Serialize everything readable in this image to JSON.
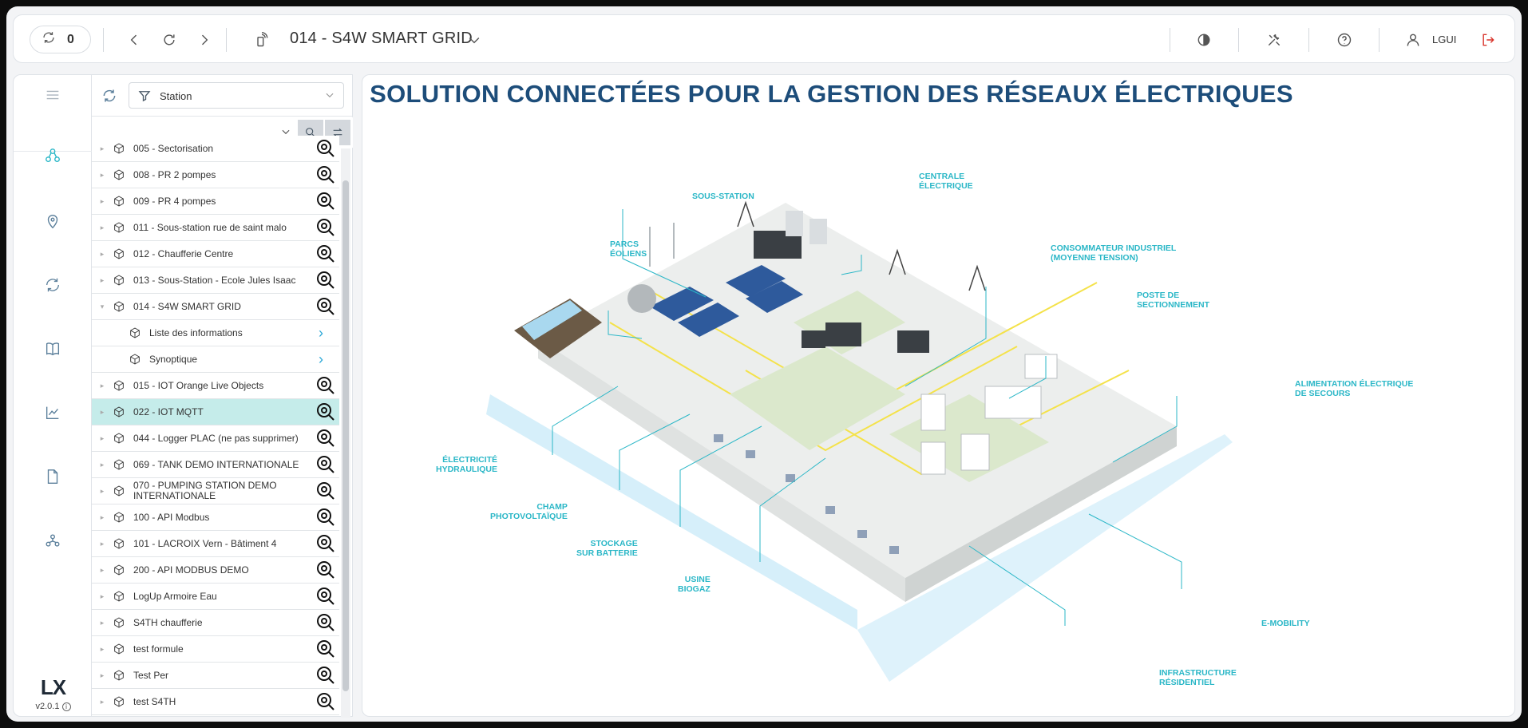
{
  "header": {
    "counter": "0",
    "station_title": "014 - S4W SMART GRID",
    "user": "LGUI"
  },
  "rail": {
    "logo": "LX",
    "version": "v2.0.1"
  },
  "panel": {
    "filter_label": "Station",
    "search_value": "",
    "rows": [
      {
        "label": "005 - Sectorisation",
        "type": "station"
      },
      {
        "label": "008 - PR 2 pompes",
        "type": "station"
      },
      {
        "label": "009 - PR 4 pompes",
        "type": "station"
      },
      {
        "label": "011 - Sous-station rue de saint malo",
        "type": "station"
      },
      {
        "label": "012 - Chaufferie Centre",
        "type": "station"
      },
      {
        "label": "013 - Sous-Station - Ecole Jules Isaac",
        "type": "station"
      },
      {
        "label": "014 - S4W SMART GRID",
        "type": "station"
      },
      {
        "label": "Liste des informations",
        "type": "sub"
      },
      {
        "label": "Synoptique",
        "type": "sub"
      },
      {
        "label": "015 - IOT Orange Live Objects",
        "type": "station"
      },
      {
        "label": "022 - IOT MQTT",
        "type": "station"
      },
      {
        "label": "044 - Logger PLAC (ne pas supprimer)",
        "type": "station"
      },
      {
        "label": "069 - TANK DEMO INTERNATIONALE",
        "type": "station"
      },
      {
        "label": "070 - PUMPING STATION DEMO INTERNATIONALE",
        "type": "station"
      },
      {
        "label": "100 - API Modbus",
        "type": "station"
      },
      {
        "label": "101 - LACROIX Vern - Bâtiment 4",
        "type": "station"
      },
      {
        "label": "200 - API MODBUS DEMO",
        "type": "station"
      },
      {
        "label": "LogUp Armoire Eau",
        "type": "station"
      },
      {
        "label": "S4TH chaufferie",
        "type": "station"
      },
      {
        "label": "test formule",
        "type": "station"
      },
      {
        "label": "Test Per",
        "type": "station"
      },
      {
        "label": "test S4TH",
        "type": "station"
      }
    ]
  },
  "main": {
    "title": "SOLUTION CONNECTÉES POUR LA GESTION DES RÉSEAUX ÉLECTRIQUES",
    "callouts": [
      "SOUS-STATION",
      "CENTRALE\nÉLECTRIQUE",
      "PARCS\nÉOLIENS",
      "CONSOMMATEUR INDUSTRIEL\n(MOYENNE TENSION)",
      "POSTE DE\nSECTIONNEMENT",
      "ALIMENTATION ÉLECTRIQUE\nDE SECOURS",
      "ÉLECTRICITÉ\nHYDRAULIQUE",
      "CHAMP\nPHOTOVOLTAÏQUE",
      "STOCKAGE\nSUR BATTERIE",
      "USINE\nBIOGAZ",
      "E-MOBILITY",
      "INFRASTRUCTURE\nRÉSIDENTIEL"
    ]
  },
  "colors": {
    "accent": "#2bb7c7",
    "title": "#1d4d7a",
    "selected_row": "#c5ecea"
  }
}
